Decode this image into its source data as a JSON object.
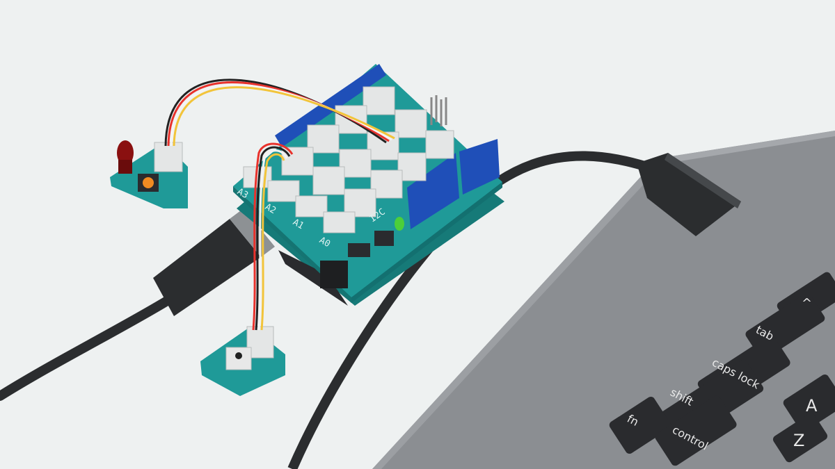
{
  "colors": {
    "background": "#eef1f1",
    "board": "#1f9a98",
    "header_blue": "#1f4fb8",
    "laptop": "#8b8e92",
    "key": "#2a2b2e",
    "cable": "#2b2d2f",
    "wire_red": "#e8322c",
    "wire_yellow": "#f2c43a",
    "wire_white": "#f4f4f4",
    "wire_black": "#222222",
    "led_red": "#8a1010",
    "led_green": "#4ccf3a"
  },
  "board": {
    "port_labels": [
      "A3",
      "A2",
      "A1",
      "A0",
      "I2C"
    ]
  },
  "keyboard": {
    "keys": [
      "^",
      "tab",
      "caps lock",
      "shift",
      "fn",
      "control",
      "A",
      "Z"
    ]
  }
}
